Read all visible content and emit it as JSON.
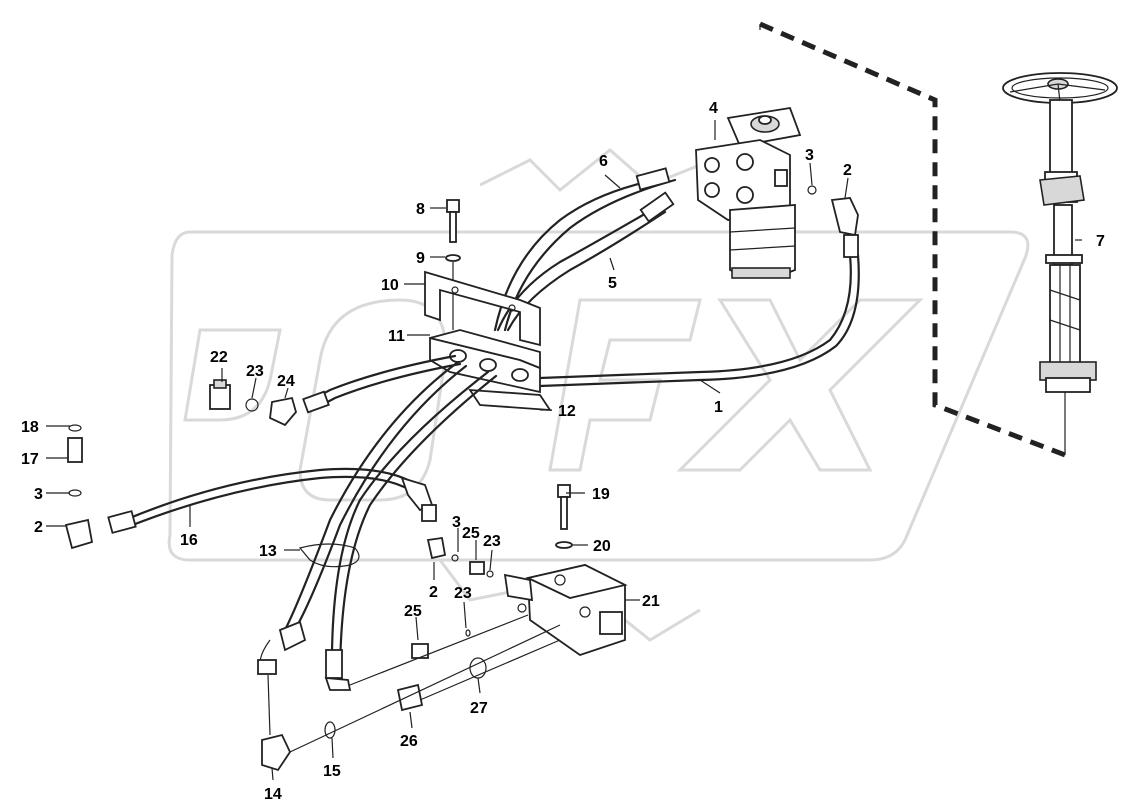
{
  "labels": {
    "l1": "1",
    "l2a": "2",
    "l2b": "2",
    "l2c": "2",
    "l3a": "3",
    "l3b": "3",
    "l3c": "3",
    "l4": "4",
    "l5": "5",
    "l6": "6",
    "l7": "7",
    "l8": "8",
    "l9": "9",
    "l10": "10",
    "l11": "11",
    "l12": "12",
    "l13": "13",
    "l14": "14",
    "l15": "15",
    "l16": "16",
    "l17": "17",
    "l18": "18",
    "l19": "19",
    "l20": "20",
    "l21": "21",
    "l22": "22",
    "l23a": "23",
    "l23b": "23",
    "l23c": "23",
    "l24": "24",
    "l25a": "25",
    "l25b": "25",
    "l26": "26",
    "l27": "27"
  },
  "colors": {
    "line": "#222222",
    "watermark": "#d9d9d9",
    "fill_grey": "#d8d8d8"
  }
}
